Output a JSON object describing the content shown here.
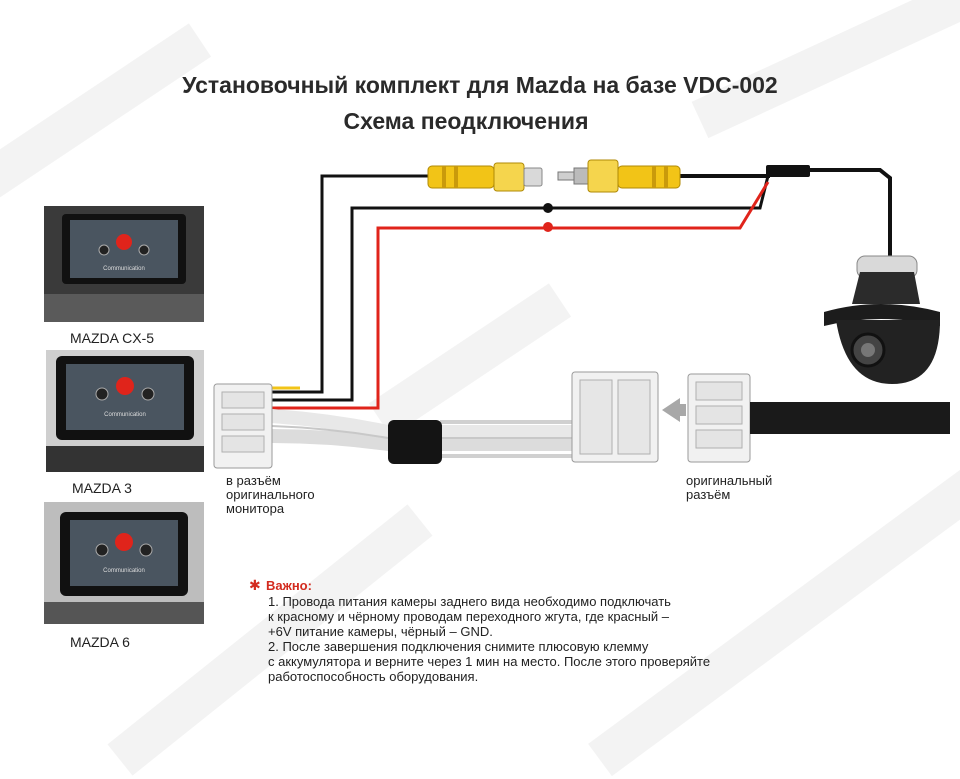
{
  "title_line1": "Установочный комплект для Mazda на базе VDC-002",
  "title_line2": "Схема пеодключения",
  "cars": [
    "MAZDA CX-5",
    "MAZDA 3",
    "MAZDA 6"
  ],
  "screen_caption": "Communication",
  "label_monitor": [
    "в разъём",
    "оригинального",
    "монитора"
  ],
  "label_original": [
    "оригинальный",
    "разъём"
  ],
  "note": {
    "head": "Важно:",
    "lines": [
      "1. Провода питания камеры заднего вида необходимо подключать",
      "к красному и чёрному проводам переходного жгута, где красный –",
      "+6V питание камеры, чёрный – GND.",
      "2. После завершения подключения снимите плюсовую клемму",
      "с аккумулятора и верните через 1 мин на место. После этого проверяйте",
      "работоспособность оборудования."
    ]
  },
  "colors": {
    "wire_red": "#e0241b",
    "wire_black": "#111111",
    "rca_yellow": "#f2c417",
    "warning_red": "#d32b1f"
  }
}
